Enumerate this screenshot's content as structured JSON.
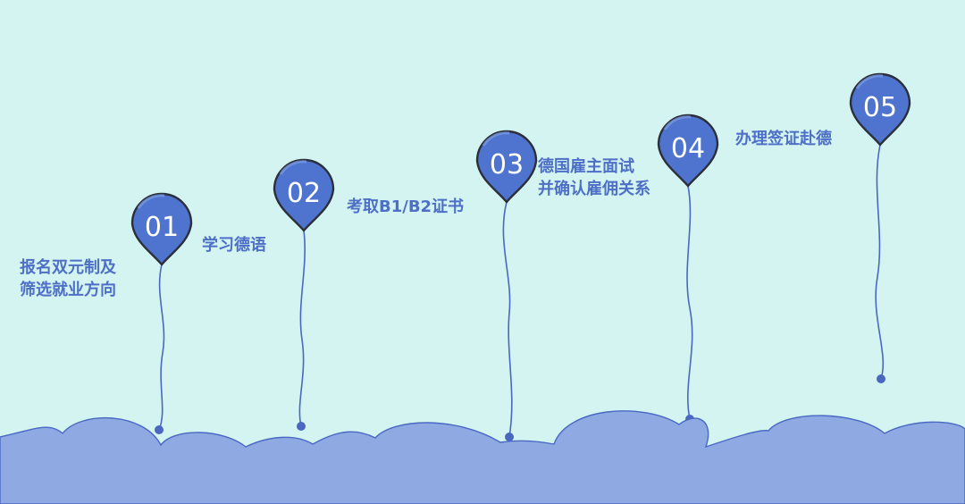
{
  "colors": {
    "background": "#d4f4f2",
    "balloon": "#4f74cf",
    "balloon_highlight": "#7f9ee6",
    "outline": "#2b2f3a",
    "string": "#4a68c2",
    "cloud": "#8fa9e3",
    "label": "#4e6fc6"
  },
  "steps": [
    {
      "number": "01",
      "lines": [
        "报名双元制及",
        "筛选就业方向"
      ]
    },
    {
      "number": "02",
      "lines": [
        "学习德语"
      ]
    },
    {
      "number": "03",
      "lines": [
        "考取B1/B2证书"
      ]
    },
    {
      "number": "04",
      "lines": [
        "德国雇主面试",
        "并确认雇佣关系"
      ]
    },
    {
      "number": "05",
      "lines": [
        "办理签证赴德"
      ]
    }
  ]
}
